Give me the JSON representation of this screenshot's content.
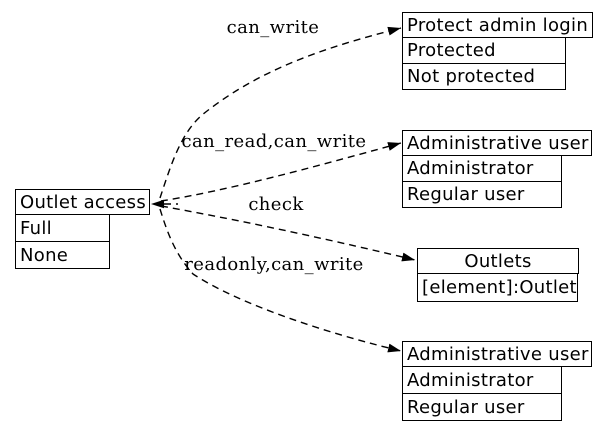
{
  "colors": {
    "background": "#ffffff",
    "line": "#000000",
    "text": "#000000"
  },
  "diagram": {
    "type": "dependency-graph",
    "nodes": [
      {
        "id": "outlet-access",
        "title": "Outlet access",
        "values": [
          "Full",
          "None"
        ]
      },
      {
        "id": "protect-admin-login",
        "title": "Protect admin login",
        "values": [
          "Protected",
          "Not protected"
        ]
      },
      {
        "id": "administrative-user-1",
        "title": "Administrative user",
        "values": [
          "Administrator",
          "Regular user"
        ]
      },
      {
        "id": "outlets",
        "title": "Outlets",
        "values": [
          "[element]:Outlet"
        ]
      },
      {
        "id": "administrative-user-2",
        "title": "Administrative user",
        "values": [
          "Administrator",
          "Regular user"
        ]
      }
    ],
    "edges": [
      {
        "label": "can_write",
        "from": "outlet-access",
        "to": "protect-admin-login",
        "style": "dashed"
      },
      {
        "label": "can_read,can_write",
        "from": "outlet-access",
        "to": "administrative-user-1",
        "style": "dashed"
      },
      {
        "label": "check",
        "from": "outlet-access",
        "to": "outlets",
        "style": "dashed"
      },
      {
        "label": "readonly,can_write",
        "from": "outlet-access",
        "to": "administrative-user-2",
        "style": "dashed"
      }
    ]
  }
}
